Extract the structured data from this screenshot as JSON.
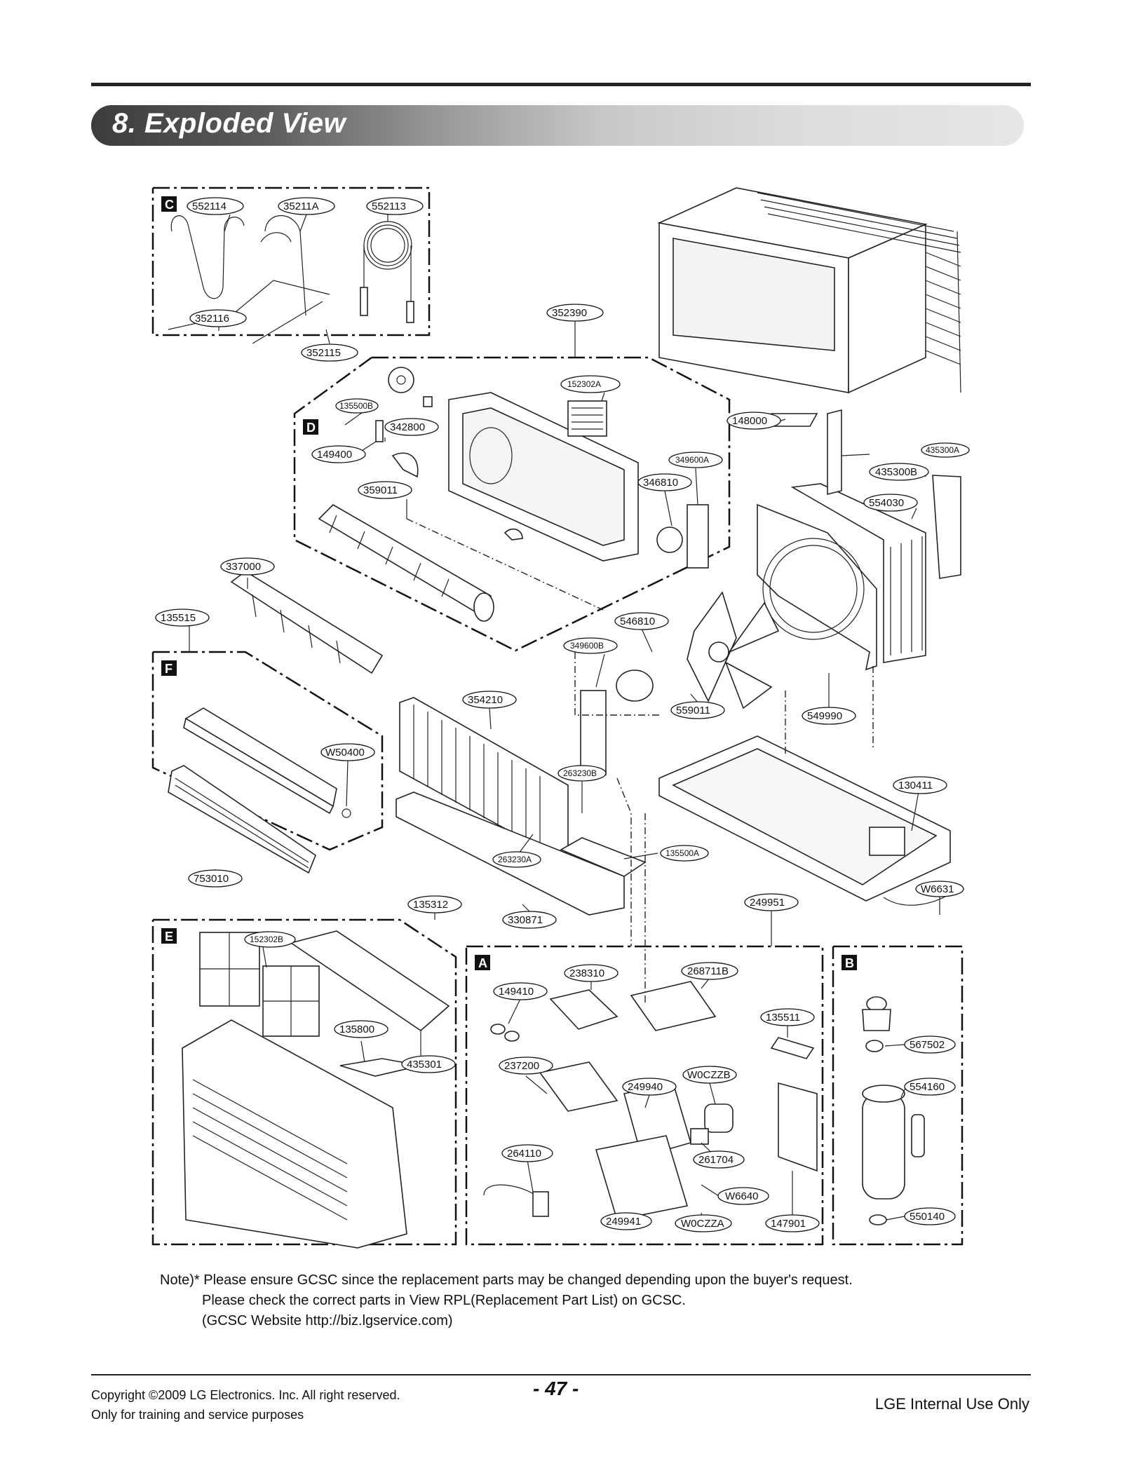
{
  "header": {
    "section_title": "8. Exploded View"
  },
  "sections": {
    "a": "A",
    "b": "B",
    "c": "C",
    "d": "D",
    "e": "E",
    "f": "F"
  },
  "parts": {
    "p552114": "552114",
    "p35211A": "35211A",
    "p552113": "552113",
    "p352116": "352116",
    "p352115": "352115",
    "p352390": "352390",
    "p152302A": "152302A",
    "p135500B": "135500B",
    "p342800": "342800",
    "p149400": "149400",
    "p359011": "359011",
    "p148000": "148000",
    "p349600A": "349600A",
    "p346810": "346810",
    "p435300A": "435300A",
    "p435300B": "435300B",
    "p554030": "554030",
    "p337000": "337000",
    "p135515": "135515",
    "p546810": "546810",
    "p349600B": "349600B",
    "p354210": "354210",
    "p559011": "559011",
    "p549990": "549990",
    "pW50400": "W50400",
    "p263230B": "263230B",
    "p130411": "130411",
    "p135500A": "135500A",
    "p263230A": "263230A",
    "p753010": "753010",
    "p135312": "135312",
    "p330871": "330871",
    "p249951": "249951",
    "pW6631": "W6631",
    "p152302B": "152302B",
    "p238310": "238310",
    "p268711B": "268711B",
    "p149410": "149410",
    "p135511": "135511",
    "p135800": "135800",
    "p567502": "567502",
    "p435301": "435301",
    "p237200": "237200",
    "p249940": "249940",
    "pW0CZZB": "W0CZZB",
    "p554160": "554160",
    "p264110": "264110",
    "p261704": "261704",
    "pW6640": "W6640",
    "p249941": "249941",
    "pW0CZZA": "W0CZZA",
    "p147901": "147901",
    "p550140": "550140"
  },
  "note": {
    "line1": "Note)* Please ensure GCSC since the replacement parts may be changed depending upon the buyer's request.",
    "line2": "Please check  the correct parts in View RPL(Replacement Part List) on GCSC.",
    "line3": "(GCSC Website  http://biz.lgservice.com)"
  },
  "footer": {
    "copyright": "Copyright ©2009 LG Electronics. Inc. All right reserved.",
    "training": "Only for training and service purposes",
    "page_number": "- 47 -",
    "internal": "LGE Internal Use Only"
  }
}
